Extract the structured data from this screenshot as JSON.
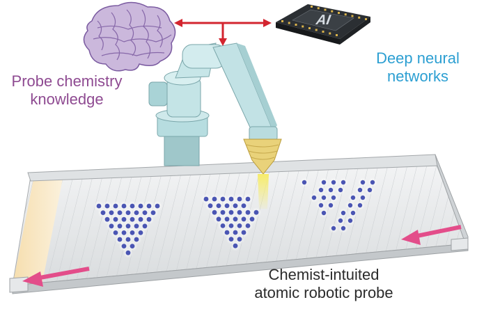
{
  "labels": {
    "probe_chemistry": [
      "Probe chemistry",
      "knowledge"
    ],
    "deep_networks": [
      "Deep neural",
      "networks"
    ],
    "robot_probe": [
      "Chemist-intuited",
      "atomic robotic probe"
    ],
    "chip_text": "AI"
  },
  "colors": {
    "brain": "#7a5aa0",
    "connector_arrow": "#d3252f",
    "flow_arrow": "#e34d8a",
    "robot": "#bfe0e3",
    "probe_tip": "#e9d27a",
    "molecule_atom": "#4a55b3",
    "molecule_glow": "#ffffff",
    "probe_label": "#8e4a91",
    "network_label": "#2c9fd2"
  },
  "icons": [
    "brain-icon",
    "ai-chip-icon",
    "robot-arm-icon",
    "flow-arrow-left-icon"
  ]
}
